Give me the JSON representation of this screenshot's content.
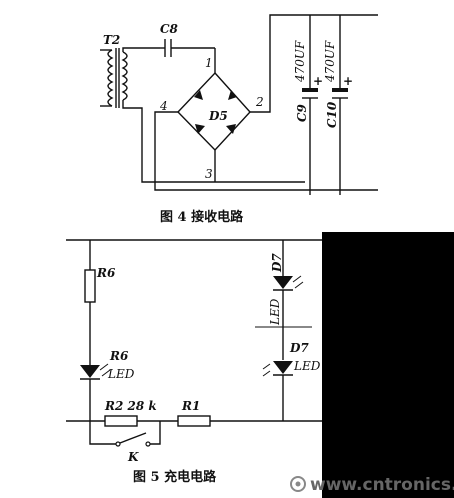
{
  "figure4": {
    "caption": "图 4   接收电路",
    "labels": {
      "transformer": "T2",
      "cap_c8": "C8",
      "bridge": "D5",
      "node1": "1",
      "node2": "2",
      "node3": "3",
      "node4": "4",
      "cap_c9": "C9",
      "cap_c10": "C10",
      "c9_value": "470UF",
      "c10_value": "470UF",
      "plus": "+"
    }
  },
  "figure5": {
    "caption": "图 5   充电电路",
    "labels": {
      "r6_top": "R6",
      "r6_led": "R6",
      "led_text": "LED",
      "r2": "R2 28 k",
      "r1": "R1",
      "switch": "K",
      "d7_top": "D7",
      "d7_top_led": "LED",
      "d7_bottom": "D7",
      "d7_bottom_led": "LED"
    }
  },
  "watermark": "www.cntronics.com"
}
